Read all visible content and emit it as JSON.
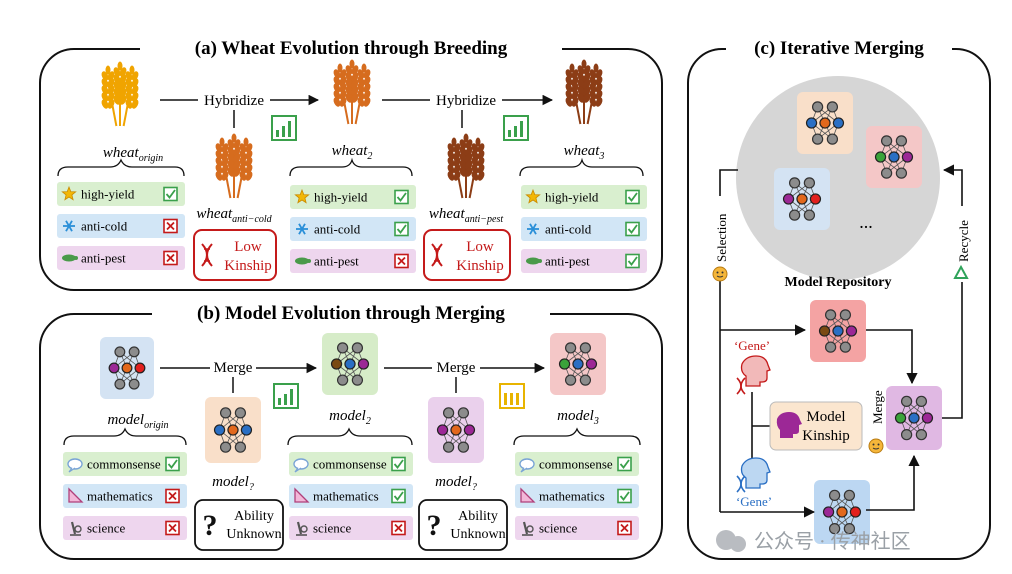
{
  "panels": {
    "a_title": "(a) Wheat Evolution through Breeding",
    "b_title": "(b) Model Evolution through Merging",
    "c_title": "(c) Iterative Merging"
  },
  "wheat": {
    "hybridize_1": "Hybridize",
    "hybridize_2": "Hybridize",
    "origin_base": "wheat",
    "origin_sub": "origin",
    "gen2_base": "wheat",
    "gen2_sub": "2",
    "gen3_base": "wheat",
    "gen3_sub": "3",
    "cold_base": "wheat",
    "cold_sub": "anti−cold",
    "pest_base": "wheat",
    "pest_sub": "anti−pest",
    "low_kinship_1": [
      "Low",
      "Kinship"
    ],
    "low_kinship_2": [
      "Low",
      "Kinship"
    ],
    "traits": [
      "high-yield",
      "anti-cold",
      "anti-pest"
    ],
    "status": {
      "origin": [
        "check",
        "cross",
        "cross"
      ],
      "gen2": [
        "check",
        "check",
        "cross"
      ],
      "gen3": [
        "check",
        "check",
        "check"
      ]
    }
  },
  "model": {
    "merge_1": "Merge",
    "merge_2": "Merge",
    "origin_base": "model",
    "origin_sub": "origin",
    "gen2_base": "model",
    "gen2_sub": "2",
    "gen3_base": "model",
    "gen3_sub": "3",
    "unknown1_base": "model",
    "unknown1_sub": "?",
    "unknown2_base": "model",
    "unknown2_sub": "?",
    "ability_unknown_1": [
      "Ability",
      "Unknown"
    ],
    "ability_unknown_2": [
      "Ability",
      "Unknown"
    ],
    "traits": [
      "commonsense",
      "mathematics",
      "science"
    ],
    "status": {
      "origin": [
        "check",
        "cross",
        "cross"
      ],
      "gen2": [
        "check",
        "check",
        "cross"
      ],
      "gen3": [
        "check",
        "check",
        "cross"
      ]
    }
  },
  "iterative": {
    "ellipsis": "...",
    "repository_label": "Model Repository",
    "selection_label": "Selection",
    "recycle_label": "Recycle",
    "merge_label": "Merge",
    "gene_top": "‘Gene’",
    "gene_bottom": "‘Gene’",
    "model_kinship": [
      "Model",
      "Kinship"
    ]
  },
  "watermark": "公众号 · 传神社区",
  "colors": {
    "trait_green_bg": "#d9efcf",
    "trait_blue_bg": "#d2e6f6",
    "trait_pink_bg": "#eed6ee",
    "check_green": "#3aa04b",
    "cross_red": "#c41a1a",
    "wheat_origin": "#f0a400",
    "wheat_mid": "#d66c1e",
    "wheat_dark": "#8c3d16",
    "node_purple": "#9c2896",
    "node_orange": "#e2681c",
    "node_red": "#e2201e",
    "node_blue": "#2a6fc4",
    "node_green": "#3aa33a",
    "node_brown": "#7a4a12",
    "node_grey": "#8c8c8c",
    "repo_grey": "#d6d6d6"
  },
  "icons": [
    "star-icon",
    "snowflake-icon",
    "bug-icon",
    "chat-bubble-icon",
    "ruler-triangle-icon",
    "microscope-icon",
    "dna-icon",
    "bar-chart-icon",
    "question-icon",
    "head-icon",
    "recycle-icon",
    "face-icon",
    "wheat-icon",
    "neural-net-icon"
  ]
}
